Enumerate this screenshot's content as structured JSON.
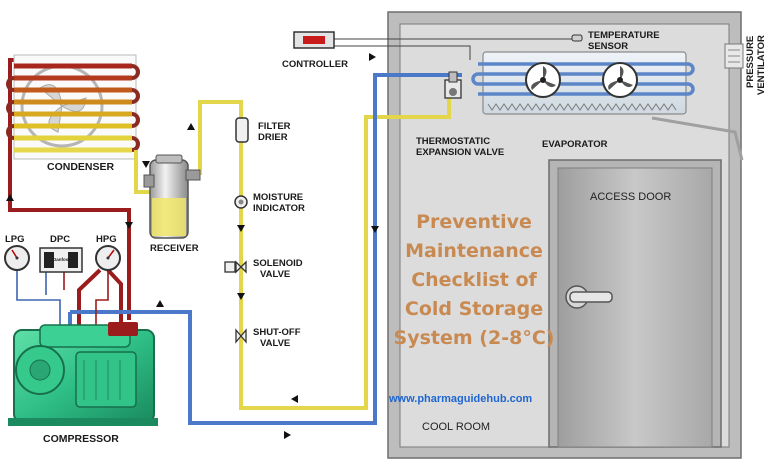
{
  "labels": {
    "condenser": "CONDENSER",
    "compressor": "COMPRESSOR",
    "receiver": "RECEIVER",
    "lpg": "LPG",
    "dpc": "DPC",
    "hpg": "HPG",
    "controller": "CONTROLLER",
    "filter_drier_1": "FILTER",
    "filter_drier_2": "DRIER",
    "moisture_1": "MOISTURE",
    "moisture_2": "INDICATOR",
    "solenoid_1": "SOLENOID",
    "solenoid_2": "VALVE",
    "shutoff_1": "SHUT-OFF",
    "shutoff_2": "VALVE",
    "temp_sensor_1": "TEMPERATURE",
    "temp_sensor_2": "SENSOR",
    "txv_1": "THERMOSTATIC",
    "txv_2": "EXPANSION VALVE",
    "evaporator": "EVAPORATOR",
    "pressure_1": "PRESSURE",
    "pressure_2": "VENTILATOR",
    "access_door": "ACCESS DOOR",
    "cool_room": "COOL ROOM",
    "dpc_brand": "Danfoss"
  },
  "title_lines": [
    "Preventive",
    "Maintenance",
    "Checklist of",
    "Cold Storage",
    "System (2-8°C)"
  ],
  "website": "www.pharmaguidehub.com",
  "colors": {
    "hot_line": "#9b1c1c",
    "liquid_line": "#e3d64a",
    "suction_line": "#4b78c9",
    "compressor": "#2fbf86",
    "title": "#c98a52",
    "url": "#1f66d1"
  }
}
